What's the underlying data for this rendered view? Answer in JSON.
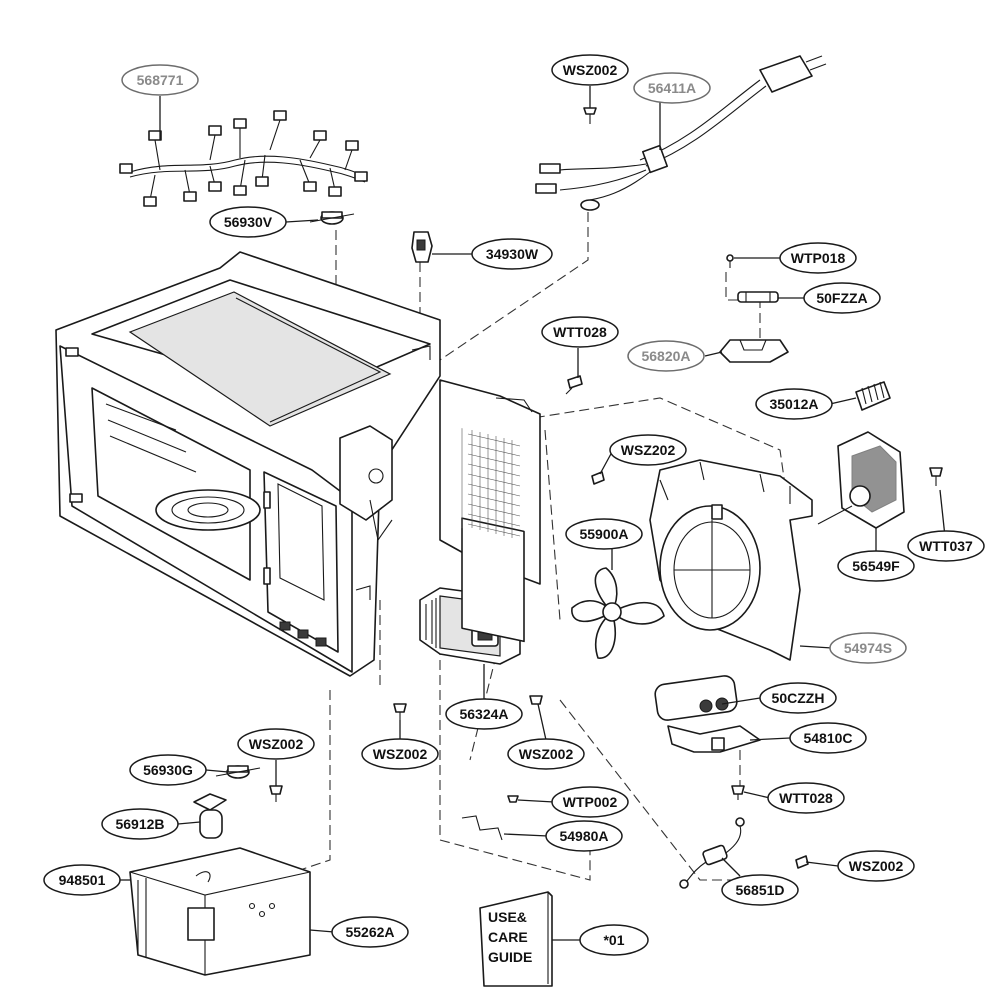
{
  "diagram": {
    "callouts": {
      "harness": "568771",
      "thermostat_top": "56930V",
      "latch": "34930W",
      "screw_top": "WSZ002",
      "power_cord": "56411A",
      "screw_wtp018": "WTP018",
      "fuse": "50FZZA",
      "fuse_holder": "56820A",
      "screw_wtt028_top": "WTT028",
      "diode": "35012A",
      "screw_wsz202": "WSZ202",
      "fan_blade": "55900A",
      "fan_motor": "56549F",
      "screw_wtt037": "WTT037",
      "fan_bracket": "54974S",
      "magnetron": "56324A",
      "screw_mid_left": "WSZ002",
      "screw_mid_right": "WSZ002",
      "capacitor": "50CZZH",
      "capacitor_bracket": "54810C",
      "screw_wtt028_bottom": "WTT028",
      "screw_wtp002": "WTP002",
      "spring": "54980A",
      "thermostat_bottom": "56930G",
      "screw_bottom_left": "WSZ002",
      "lamp_socket": "56912B",
      "transformer_cover": "948501",
      "transformer": "55262A",
      "noise_filter": "56851D",
      "screw_bottom_right": "WSZ002",
      "manual": "*01"
    },
    "manual_text": [
      "USE&",
      "CARE",
      "GUIDE"
    ]
  }
}
